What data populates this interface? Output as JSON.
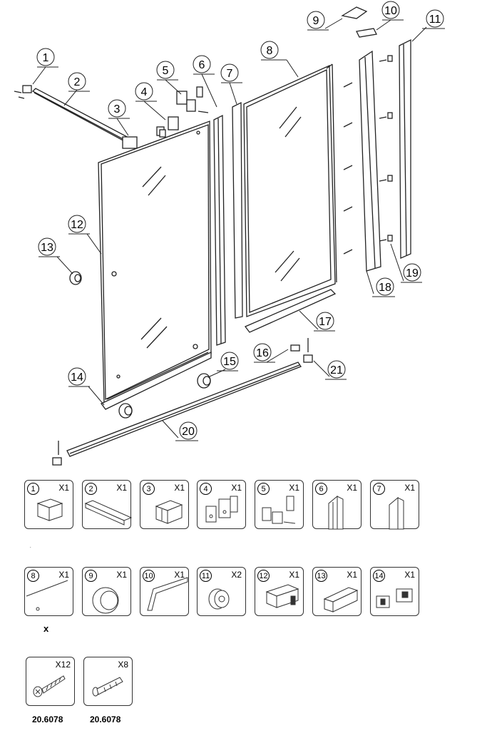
{
  "callouts": [
    "1",
    "2",
    "3",
    "4",
    "5",
    "6",
    "7",
    "8",
    "9",
    "10",
    "11",
    "12",
    "13",
    "14",
    "15",
    "16",
    "17",
    "18",
    "19",
    "20",
    "21"
  ],
  "parts_row1": [
    {
      "num": "1",
      "qty": "X1",
      "icon": "end-cap-icon"
    },
    {
      "num": "2",
      "qty": "X1",
      "icon": "profile-bar-icon"
    },
    {
      "num": "3",
      "qty": "X1",
      "icon": "corner-bracket-icon"
    },
    {
      "num": "4",
      "qty": "X1",
      "icon": "glass-clamp-icon"
    },
    {
      "num": "5",
      "qty": "X1",
      "icon": "hinge-clamp-icon"
    },
    {
      "num": "6",
      "qty": "X1",
      "icon": "magnetic-profile-icon"
    },
    {
      "num": "7",
      "qty": "X1",
      "icon": "seal-profile-icon"
    }
  ],
  "parts_row2": [
    {
      "num": "8",
      "qty": "X1",
      "icon": "glass-panel-icon"
    },
    {
      "num": "9",
      "qty": "X1",
      "icon": "knob-icon"
    },
    {
      "num": "10",
      "qty": "X1",
      "icon": "drip-seal-icon"
    },
    {
      "num": "11",
      "qty": "X2",
      "icon": "roller-icon"
    },
    {
      "num": "12",
      "qty": "X1",
      "icon": "stopper-block-icon"
    },
    {
      "num": "13",
      "qty": "X1",
      "icon": "bottom-rail-icon"
    },
    {
      "num": "14",
      "qty": "X1",
      "icon": "connector-blocks-icon"
    }
  ],
  "parts_row3": [
    {
      "qty": "X12",
      "icon": "screw-icon",
      "code": "20.6078"
    },
    {
      "qty": "X8",
      "icon": "wall-plug-icon",
      "code": "20.6078"
    }
  ],
  "note_mark": "x"
}
